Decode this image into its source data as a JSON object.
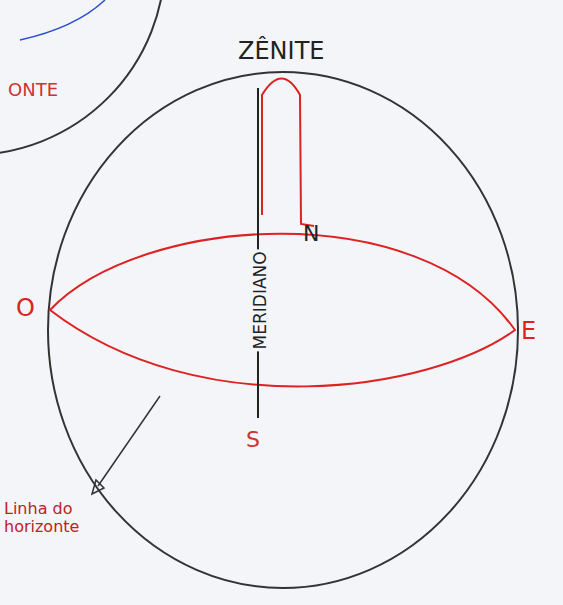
{
  "diagram": {
    "labels": [
      "ZÊNITE",
      "ONTE",
      "O",
      "E",
      "N",
      "S",
      "MERIDIANO",
      "Linha do horizonte"
    ]
  }
}
